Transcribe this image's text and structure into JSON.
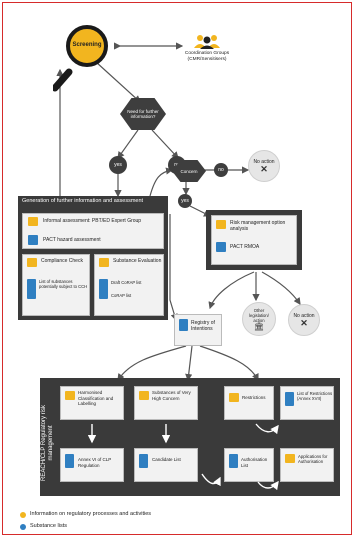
{
  "screening": {
    "label": "Screening"
  },
  "coordination": {
    "label": "Coordination Groups (CMR/Sensitisers)"
  },
  "need_info": {
    "label": "Need for further information?"
  },
  "decision_yes": "yes",
  "decision_no": "no",
  "concern": {
    "label": "Concern"
  },
  "no_action_label": "No action",
  "generation": {
    "title": "Generation of further information and assessment",
    "informal": "Informal assessment: PBT/ED Expert Group",
    "pact_hazard": "PACT hazard assessment",
    "compliance": "Compliance Check",
    "substance_eval": "Substance Evaluation",
    "list_cch": "List of substances potentially subject to CCH",
    "draft_corap": "Draft CoRAP list",
    "corap": "CoRAP list"
  },
  "rmoa": {
    "label": "Risk management option analysis",
    "pact": "PACT RMOA"
  },
  "registry": {
    "label": "Registry of Intentions"
  },
  "other_leg": {
    "label": "Other legislation/ action"
  },
  "reach": {
    "side_label": "REACH/CLP Regulatory risk management",
    "harmonised": "Harmonised Classification and Labelling",
    "svhc": "Substances of Very High Concern",
    "restrictions": "Restrictions",
    "list_restrictions": "List of Restrictions (Annex XVII)",
    "annex_vi": "Annex VI of CLP Regulation",
    "candidate": "Candidate List",
    "authorisation": "Authorisation List",
    "applications": "Applications for Authorisation"
  },
  "legend": {
    "processes": "Information on regulatory processes and activities",
    "lists": "Substance lists",
    "colors": {
      "process": "#f2b51f",
      "list": "#2f7fc1"
    }
  }
}
